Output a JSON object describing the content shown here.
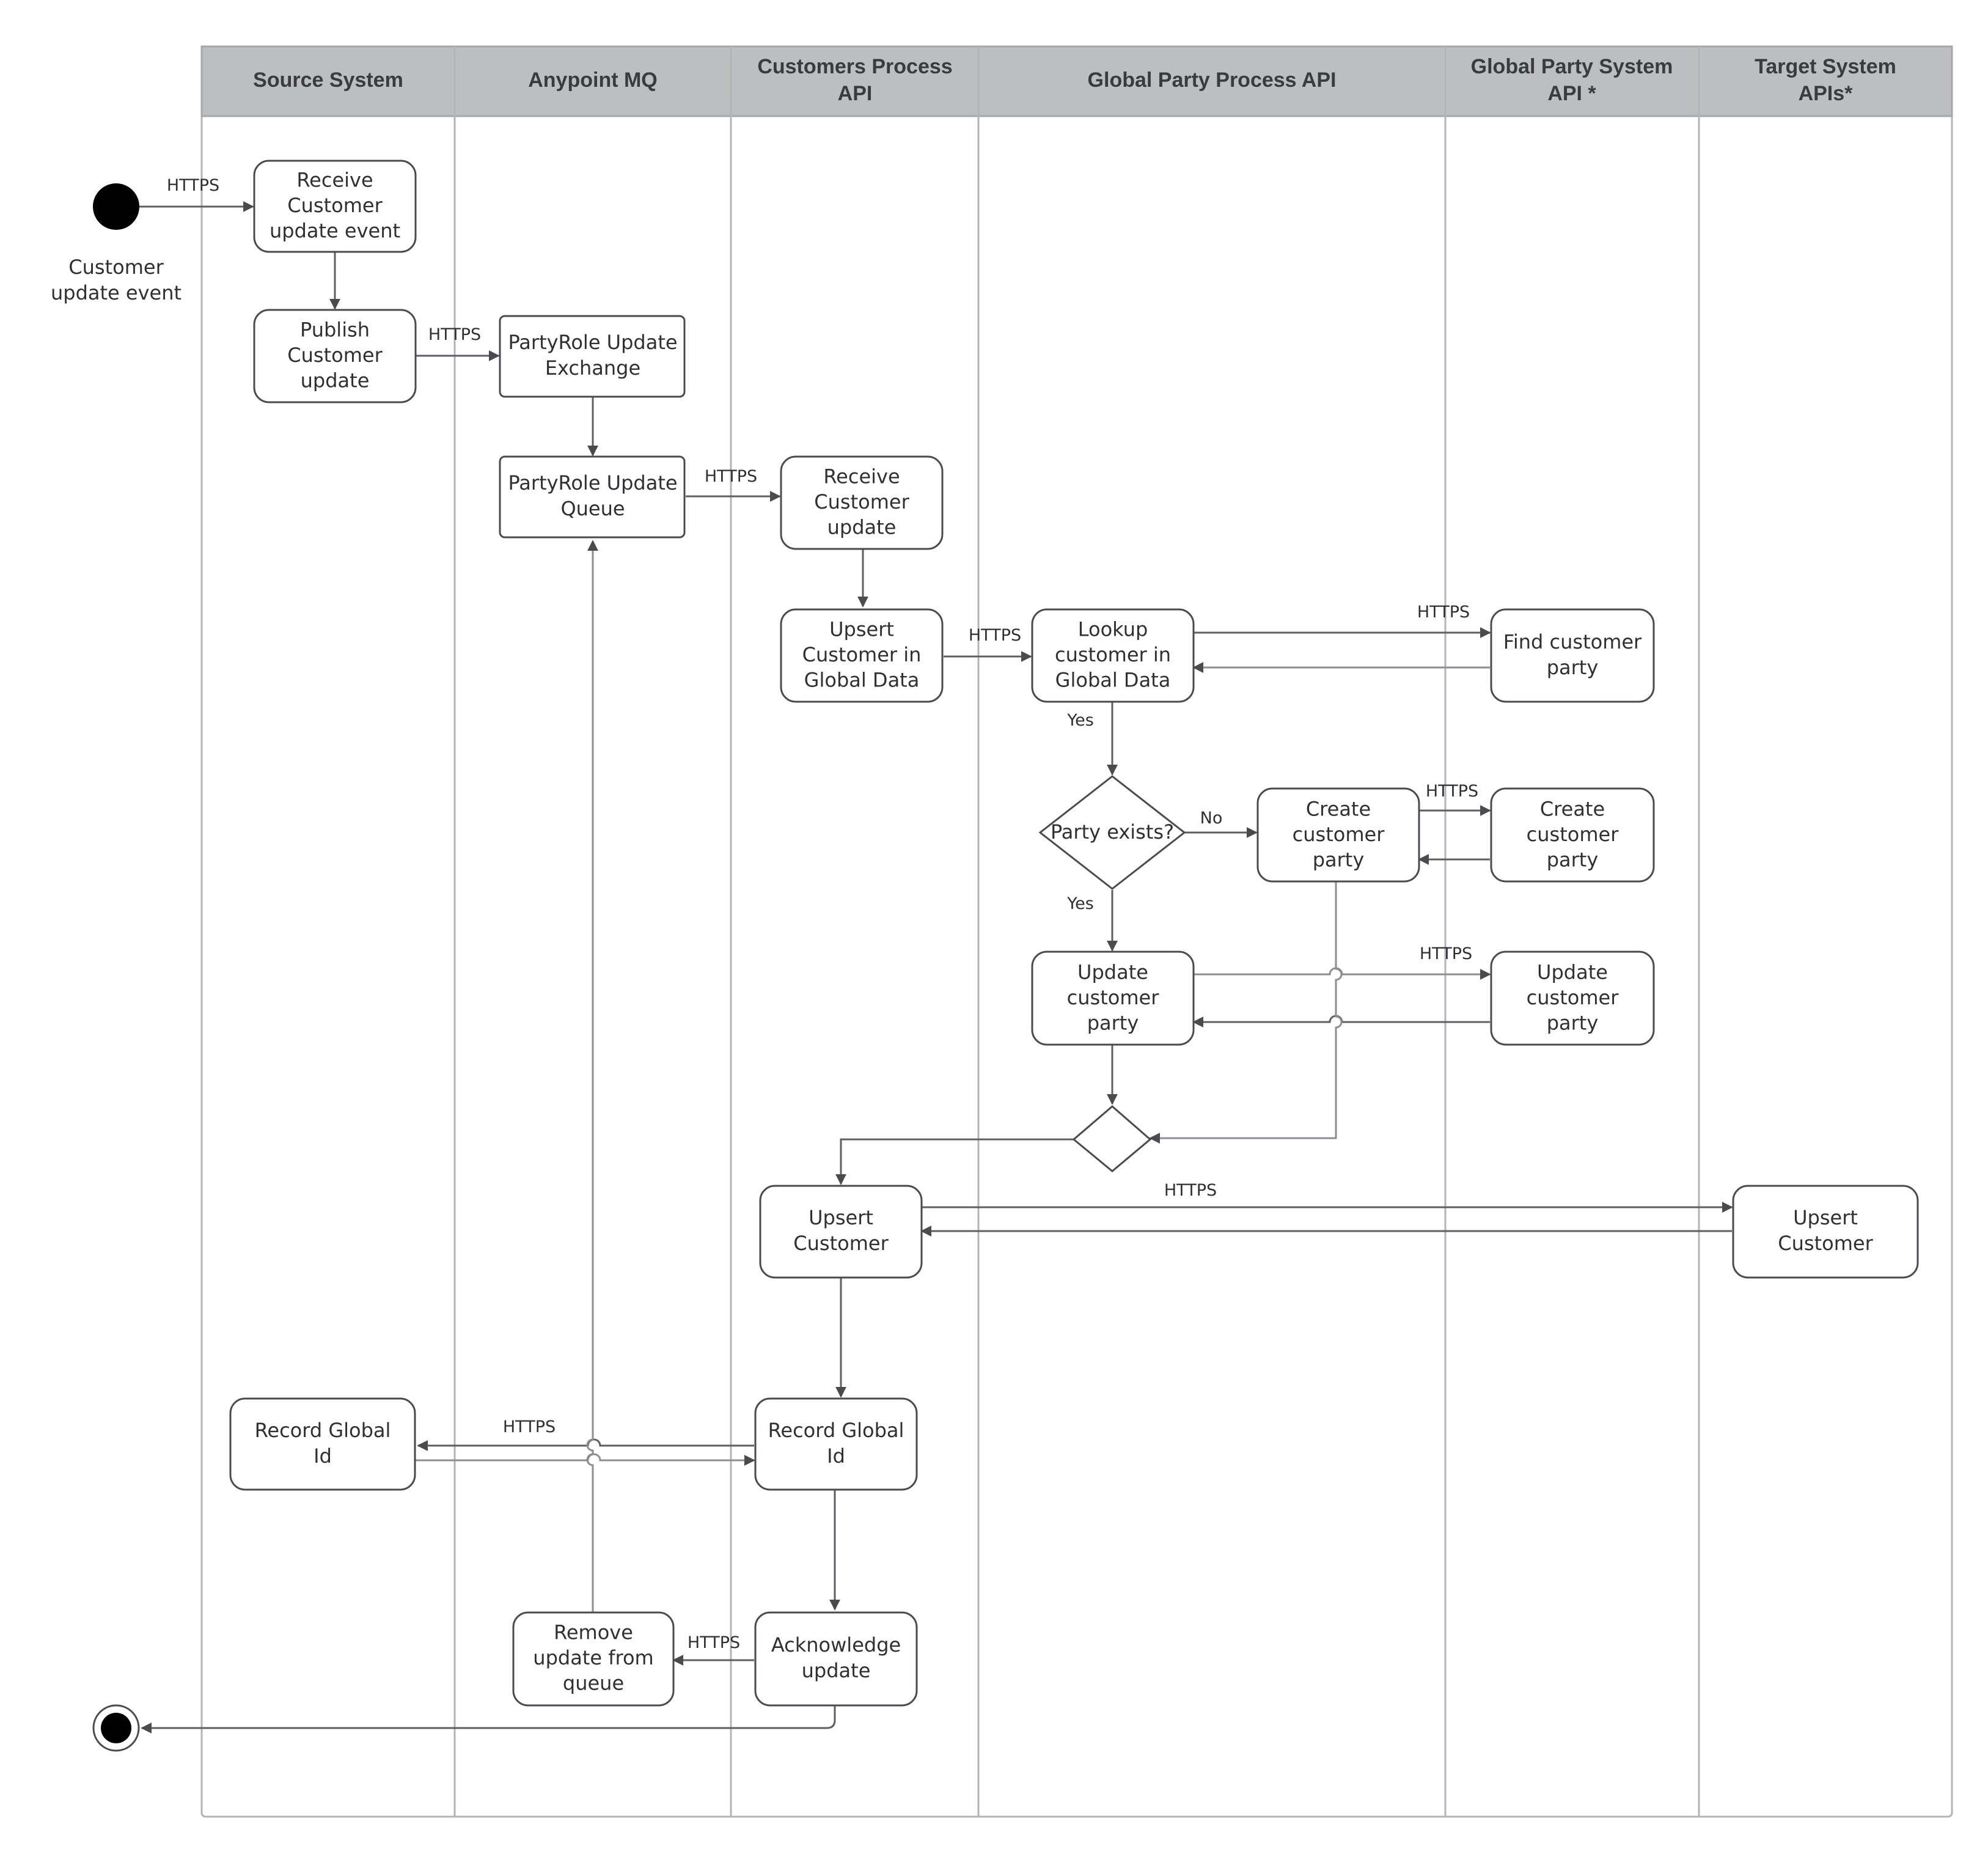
{
  "lanes": [
    [
      "Source System"
    ],
    [
      "Anypoint MQ"
    ],
    [
      "Customers Process",
      "API"
    ],
    [
      "Global Party Process API"
    ],
    [
      "Global Party System",
      "API *"
    ],
    [
      "Target System",
      "APIs*"
    ]
  ],
  "start_label": [
    "Customer",
    "update event"
  ],
  "nodes": {
    "receive_event": [
      "Receive",
      "Customer",
      "update event"
    ],
    "publish_update": [
      "Publish",
      "Customer",
      "update"
    ],
    "exchange": [
      "PartyRole Update",
      "Exchange"
    ],
    "queue": [
      "PartyRole Update",
      "Queue"
    ],
    "receive_update": [
      "Receive",
      "Customer",
      "update"
    ],
    "upsert_global": [
      "Upsert",
      "Customer in",
      "Global Data"
    ],
    "lookup": [
      "Lookup",
      "customer in",
      "Global Data"
    ],
    "find_party": [
      "Find customer",
      "party"
    ],
    "party_exists": [
      "Party exists?"
    ],
    "create_party_proc": [
      "Create",
      "customer",
      "party"
    ],
    "create_party_sys": [
      "Create",
      "customer",
      "party"
    ],
    "update_party_proc": [
      "Update",
      "customer",
      "party"
    ],
    "update_party_sys": [
      "Update",
      "customer",
      "party"
    ],
    "upsert_customer_proc": [
      "Upsert",
      "Customer"
    ],
    "upsert_customer_target": [
      "Upsert",
      "Customer"
    ],
    "record_id_source": [
      "Record Global",
      "Id"
    ],
    "record_id_proc": [
      "Record Global",
      "Id"
    ],
    "remove_from_queue": [
      "Remove",
      "update from",
      "queue"
    ],
    "acknowledge": [
      "Acknowledge",
      "update"
    ]
  },
  "edge_labels": {
    "https": "HTTPS",
    "yes": "Yes",
    "no": "No"
  }
}
